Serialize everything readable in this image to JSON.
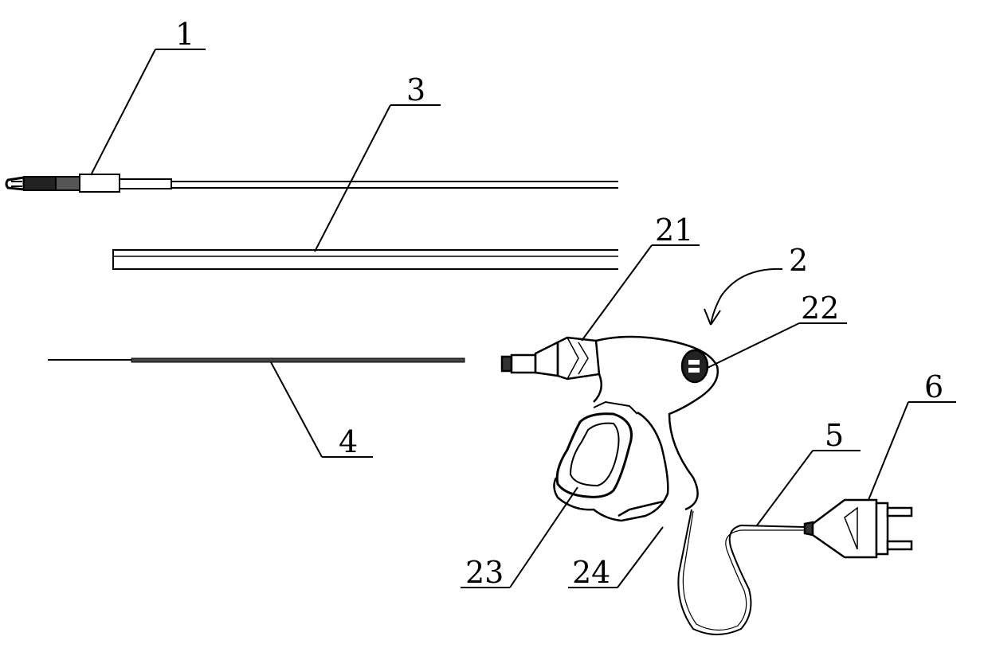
{
  "figure": {
    "reference_numerals": {
      "part_1": "1",
      "part_2": "2",
      "part_3": "3",
      "part_4": "4",
      "part_5": "5",
      "part_6": "6",
      "part_21": "21",
      "part_22": "22",
      "part_23": "23",
      "part_24": "24"
    }
  }
}
